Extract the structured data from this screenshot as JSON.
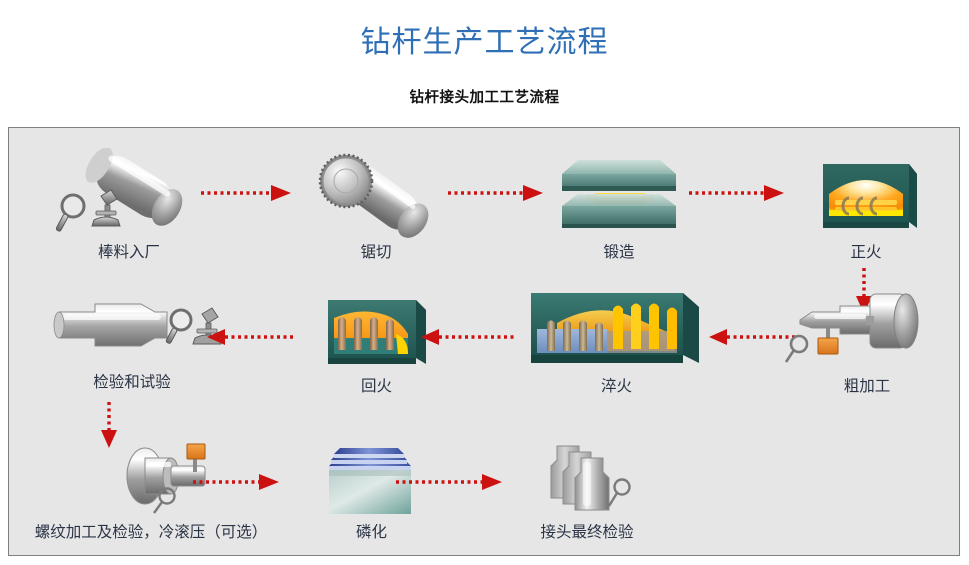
{
  "page": {
    "title": "钻杆生产工艺流程",
    "subtitle": "钻杆接头加工工艺流程",
    "title_color": "#2f6fb5",
    "subtitle_color": "#111111",
    "panel_bg": "#e6e6e6",
    "panel_border": "#808080",
    "arrow_color": "#cc1111",
    "label_color": "#2b3446"
  },
  "flow": {
    "nodes": [
      {
        "id": "raw-material-intake",
        "label": "棒料入厂",
        "icon": "steel-bar-inspection-icon",
        "row": 1,
        "col": 1
      },
      {
        "id": "sawing",
        "label": "锯切",
        "icon": "saw-cutting-icon",
        "row": 1,
        "col": 2
      },
      {
        "id": "forging",
        "label": "锻造",
        "icon": "forging-press-icon",
        "row": 1,
        "col": 3
      },
      {
        "id": "normalizing",
        "label": "正火",
        "icon": "normalizing-furnace-icon",
        "row": 1,
        "col": 4
      },
      {
        "id": "rough-machining",
        "label": "粗加工",
        "icon": "lathe-machining-icon",
        "row": 2,
        "col": 4
      },
      {
        "id": "quenching",
        "label": "淬火",
        "icon": "quenching-furnace-icon",
        "row": 2,
        "col": 3
      },
      {
        "id": "tempering",
        "label": "回火",
        "icon": "tempering-furnace-icon",
        "row": 2,
        "col": 2
      },
      {
        "id": "inspection-testing",
        "label": "检验和试验",
        "icon": "tool-joint-inspection-icon",
        "row": 2,
        "col": 1
      },
      {
        "id": "threading",
        "label": "螺纹加工及检验，冷滚压（可选）",
        "icon": "threading-machine-icon",
        "row": 3,
        "col": 1
      },
      {
        "id": "phosphating",
        "label": "磷化",
        "icon": "phosphating-tank-icon",
        "row": 3,
        "col": 2
      },
      {
        "id": "final-inspection",
        "label": "接头最终检验",
        "icon": "final-inspection-icon",
        "row": 3,
        "col": 3
      }
    ],
    "arrows": [
      {
        "id": "arrow-intake-to-sawing",
        "direction": "right",
        "from": "raw-material-intake",
        "to": "sawing"
      },
      {
        "id": "arrow-sawing-to-forging",
        "direction": "right",
        "from": "sawing",
        "to": "forging"
      },
      {
        "id": "arrow-forging-to-normalizing",
        "direction": "right",
        "from": "forging",
        "to": "normalizing"
      },
      {
        "id": "arrow-normalizing-to-rough",
        "direction": "down",
        "from": "normalizing",
        "to": "rough-machining"
      },
      {
        "id": "arrow-rough-to-quenching",
        "direction": "left",
        "from": "rough-machining",
        "to": "quenching"
      },
      {
        "id": "arrow-quenching-to-tempering",
        "direction": "left",
        "from": "quenching",
        "to": "tempering"
      },
      {
        "id": "arrow-tempering-to-inspection",
        "direction": "left",
        "from": "tempering",
        "to": "inspection-testing"
      },
      {
        "id": "arrow-inspection-to-threading",
        "direction": "down",
        "from": "inspection-testing",
        "to": "threading"
      },
      {
        "id": "arrow-threading-to-phosphating",
        "direction": "right",
        "from": "threading",
        "to": "phosphating"
      },
      {
        "id": "arrow-phosphating-to-final",
        "direction": "right",
        "from": "phosphating",
        "to": "final-inspection"
      }
    ]
  }
}
